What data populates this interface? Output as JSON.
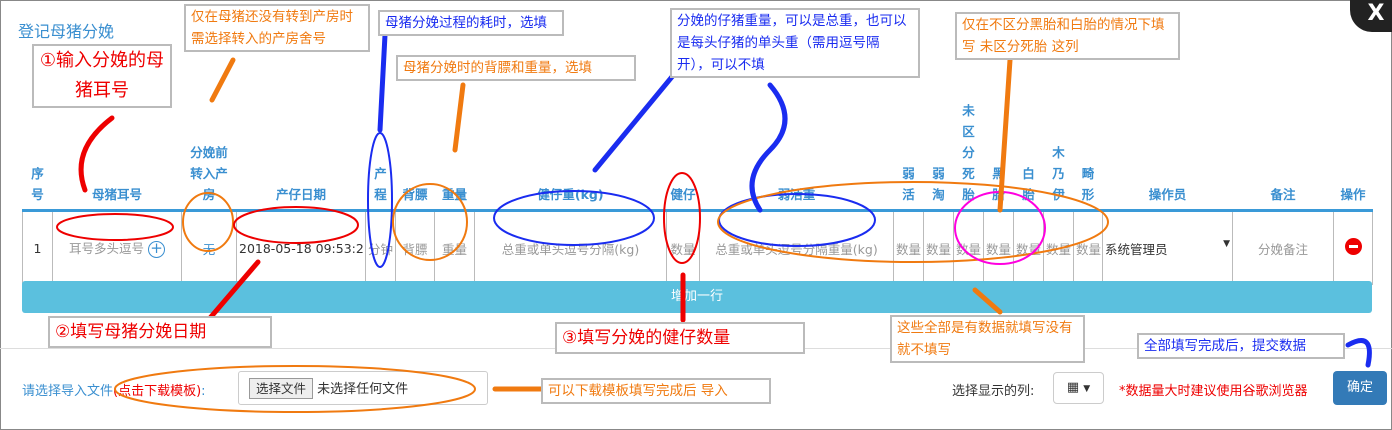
{
  "title": "登记母猪分娩",
  "close_label": "X",
  "table": {
    "headers": [
      "序号",
      "母猪耳号",
      "分娩前转入产房",
      "产仔日期",
      "产程",
      "背膘",
      "重量",
      "健仔重(kg)",
      "健仔",
      "弱活重",
      "弱活",
      "弱淘",
      "未区分死胎",
      "黑胎",
      "白胎",
      "木乃伊",
      "畸形",
      "操作员",
      "备注",
      "操作"
    ],
    "row": {
      "index": "1",
      "ear_placeholder": "耳号多头逗号",
      "room": "无",
      "date": "2018-05-18 09:53:2",
      "duration_placeholder": "分钟",
      "backfat_placeholder": "背膘",
      "weight_placeholder": "重量",
      "healthy_weight_placeholder": "总重或单头逗号分隔(kg)",
      "count_placeholder": "数量",
      "weak_weight_placeholder": "总重或单头逗号分隔重量(kg)",
      "operator": "系统管理员",
      "note_placeholder": "分娩备注"
    }
  },
  "add_row_label": "增加一行",
  "footer": {
    "import_label": "请选择导入文件",
    "template_link": "(点击下载模板)",
    "import_colon": ":",
    "choose_file": "选择文件",
    "no_file": "未选择任何文件",
    "columns_label": "选择显示的列:",
    "warning": "*数据量大时建议使用谷歌浏览器",
    "confirm": "确定"
  },
  "annotations": {
    "a1": "①输入分娩的母猪耳号",
    "a2": "仅在母猪还没有转到产房时需选择转入的产房舍号",
    "a3": "母猪分娩过程的耗时，选填",
    "a4": "母猪分娩时的背膘和重量，选填",
    "a5": "分娩的仔猪重量，可以是总重，也可以是每头仔猪的单头重（需用逗号隔开），可以不填",
    "a6": "仅在不区分黑胎和白胎的情况下填写 未区分死胎 这列",
    "a7": "②填写母猪分娩日期",
    "a8": "③填写分娩的健仔数量",
    "a9": "这些全部是有数据就填写没有就不填写",
    "a10": "全部填写完成后，提交数据",
    "a11": "可以下载模板填写完成后 导入"
  }
}
